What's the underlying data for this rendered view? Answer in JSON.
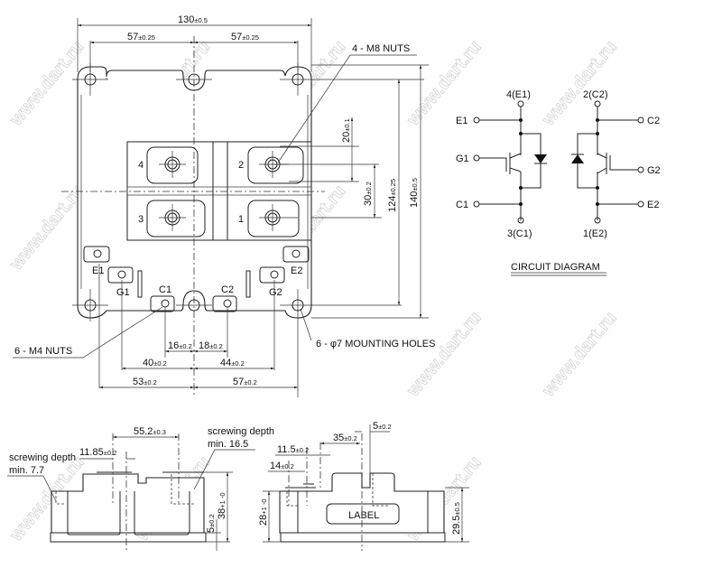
{
  "title": "IGBT dual module outline drawing",
  "watermark": "www.dart.ru",
  "top_view": {
    "dims": {
      "width_total": {
        "value": "130",
        "tol": "±0.5"
      },
      "half_left": {
        "value": "57",
        "tol": "±0.25"
      },
      "half_right": {
        "value": "57",
        "tol": "±0.25"
      },
      "height_total": {
        "value": "140",
        "tol": "±0.5"
      },
      "hole_pitch_v": {
        "value": "124",
        "tol": "±0.25"
      },
      "terminal_pitch_v": {
        "value": "30",
        "tol": "±0.2"
      },
      "terminal_offset": {
        "value": "20",
        "tol": "±0.1"
      },
      "c1_offset": {
        "value": "16",
        "tol": "±0.2"
      },
      "c2_offset": {
        "value": "18",
        "tol": "±0.2"
      },
      "g1_offset": {
        "value": "40",
        "tol": "±0.2"
      },
      "g2_offset": {
        "value": "44",
        "tol": "±0.2"
      },
      "e1_offset": {
        "value": "53",
        "tol": "±0.2"
      },
      "e2_offset": {
        "value": "57",
        "tol": "±0.2"
      }
    },
    "callouts": {
      "m8": "4 - M8 NUTS",
      "m4": "6 - M4 NUTS",
      "holes": "6 - φ7 MOUNTING HOLES"
    },
    "terminals": [
      "4",
      "2",
      "3",
      "1"
    ],
    "aux": {
      "e1": "E1",
      "e2": "E2",
      "g1": "G1",
      "g2": "G2",
      "c1": "C1",
      "c2": "C2"
    }
  },
  "circuit": {
    "title": "CIRCUIT DIAGRAM",
    "pins": {
      "t4": "4(E1)",
      "t3": "3(C1)",
      "t2": "2(C2)",
      "t1": "1(E2)",
      "e1": "E1",
      "g1": "G1",
      "c1": "C1",
      "c2": "C2",
      "g2": "G2",
      "e2": "E2"
    }
  },
  "side_view_front": {
    "dims": {
      "span": {
        "value": "55.2",
        "tol": "±0.3"
      },
      "offset": {
        "value": "11.85",
        "tol": "±0.2"
      },
      "base": {
        "value": "5",
        "tol": "±0.2"
      },
      "height": {
        "value": "38",
        "tol": "+1 -0"
      }
    },
    "notes": {
      "left_1": "screwing depth",
      "left_2": "min. 7.7",
      "right_1": "screwing depth",
      "right_2": "min. 16.5"
    }
  },
  "side_view_end": {
    "dims": {
      "d35": {
        "value": "35",
        "tol": "±0.2"
      },
      "d5": {
        "value": "5",
        "tol": "±0.2"
      },
      "d11_5": {
        "value": "11.5",
        "tol": "±0.2"
      },
      "d14": {
        "value": "14",
        "tol": "±0.2"
      },
      "h28": {
        "value": "28",
        "tol": "+1 -0"
      },
      "h29_5": {
        "value": "29.5",
        "tol": "±0.5"
      }
    },
    "label": "LABEL"
  }
}
